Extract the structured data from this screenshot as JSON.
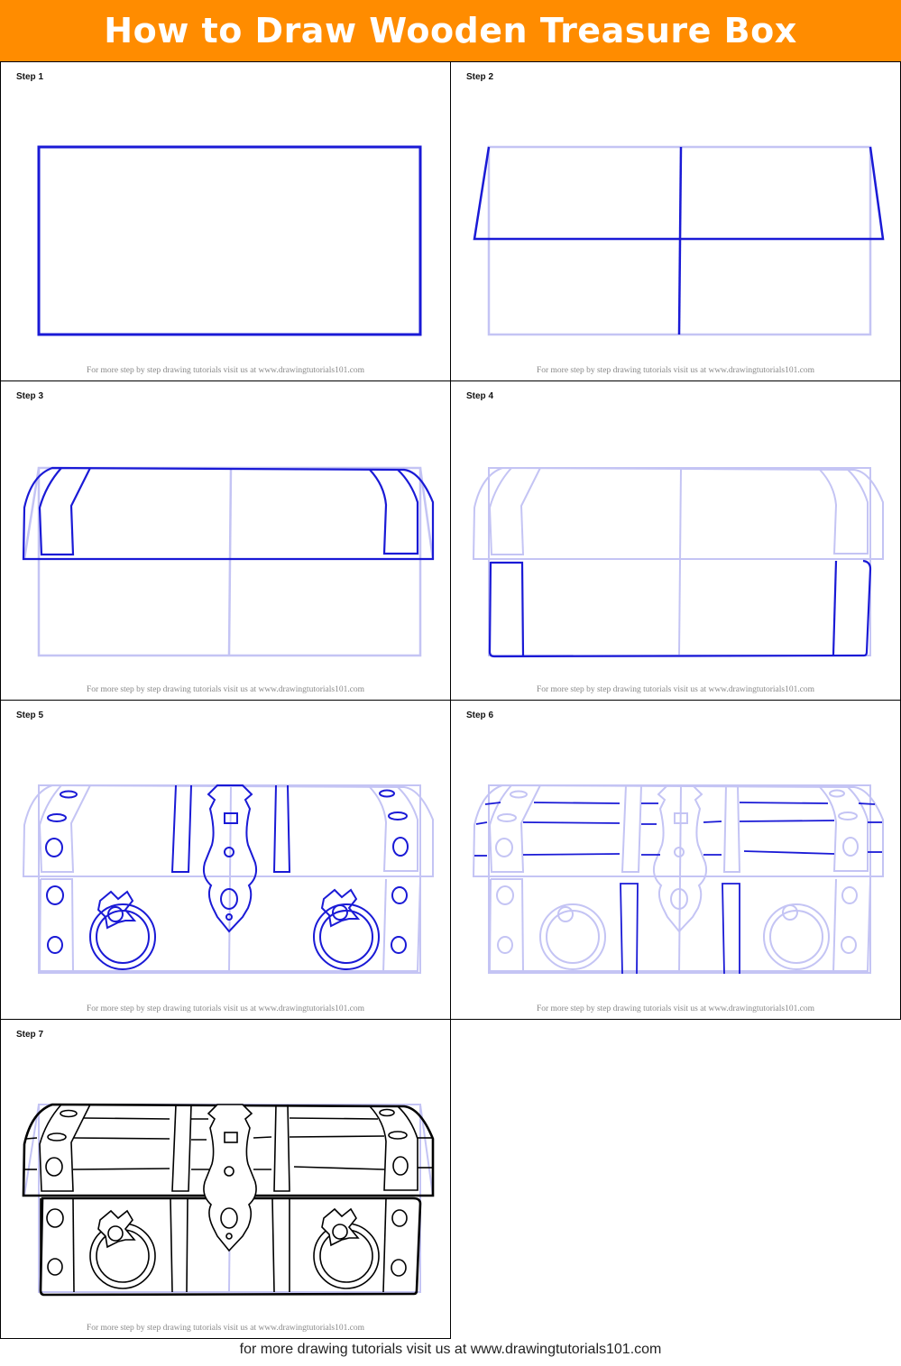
{
  "header": {
    "title": "How to Draw Wooden Treasure Box",
    "background": "#ff8c00"
  },
  "steps": [
    {
      "label": "Step 1",
      "credit": "For more step by step drawing tutorials visit us at www.drawingtutorials101.com"
    },
    {
      "label": "Step 2",
      "credit": "For more step by step drawing tutorials visit us at www.drawingtutorials101.com"
    },
    {
      "label": "Step 3",
      "credit": "For more step by step drawing tutorials visit us at www.drawingtutorials101.com"
    },
    {
      "label": "Step 4",
      "credit": "For more step by step drawing tutorials visit us at www.drawingtutorials101.com"
    },
    {
      "label": "Step 5",
      "credit": "For more step by step drawing tutorials visit us at www.drawingtutorials101.com"
    },
    {
      "label": "Step 6",
      "credit": "For more step by step drawing tutorials visit us at www.drawingtutorials101.com"
    },
    {
      "label": "Step 7",
      "credit": "For more step by step drawing tutorials visit us at www.drawingtutorials101.com"
    }
  ],
  "colors": {
    "active_stroke": "#1a1ad6",
    "guide_stroke": "#aaaaf0",
    "final_stroke": "#000000"
  },
  "footer": {
    "text": "for more drawing tutorials visit us at www.drawingtutorials101.com"
  }
}
